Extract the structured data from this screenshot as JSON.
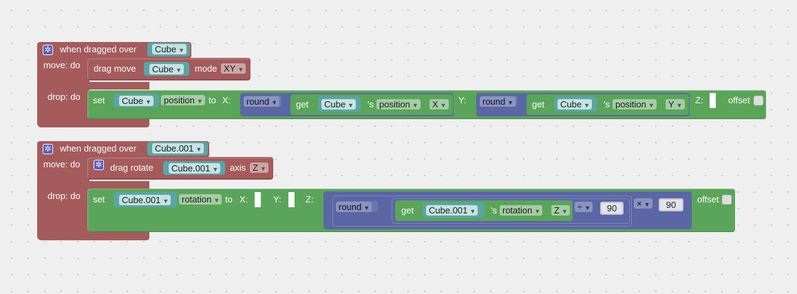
{
  "block1": {
    "hat_label": "when dragged over",
    "target": "Cube",
    "move_label": "move: do",
    "drag_label": "drag move",
    "drag_target": "Cube",
    "mode_label": "mode",
    "mode_value": "XY",
    "drop_label": "drop: do",
    "set_label": "set",
    "set_target": "Cube",
    "set_prop": "position",
    "to_label": "to",
    "x_label": "X:",
    "y_label": "Y:",
    "z_label": "Z:",
    "round_label": "round",
    "get_label": "get",
    "get_target": "Cube",
    "s_label": "'s",
    "get_prop": "position",
    "x_axis": "X",
    "y_axis": "Y",
    "offset_label": "offset"
  },
  "block2": {
    "hat_label": "when dragged over",
    "target": "Cube.001",
    "move_label": "move: do",
    "drag_label": "drag rotate",
    "drag_target": "Cube.001",
    "axis_label": "axis",
    "axis_value": "Z",
    "drop_label": "drop: do",
    "set_label": "set",
    "set_target": "Cube.001",
    "set_prop": "rotation",
    "to_label": "to",
    "x_label": "X:",
    "y_label": "Y:",
    "z_label": "Z:",
    "round_label": "round",
    "get_label": "get",
    "get_target": "Cube.001",
    "s_label": "'s",
    "get_prop": "rotation",
    "z_axis": "Z",
    "div_op": "÷",
    "div_value": "90",
    "mul_op": "×",
    "mul_value": "90",
    "offset_label": "offset"
  },
  "icons": {
    "gear": "gear-icon",
    "dropdown": "dropdown-arrow-icon"
  },
  "colors": {
    "event_block": "#a55b5b",
    "action_block": "#5ba55b",
    "math_block": "#5b67a5",
    "object_block": "#5ba5a5",
    "workspace": "#efefef"
  }
}
